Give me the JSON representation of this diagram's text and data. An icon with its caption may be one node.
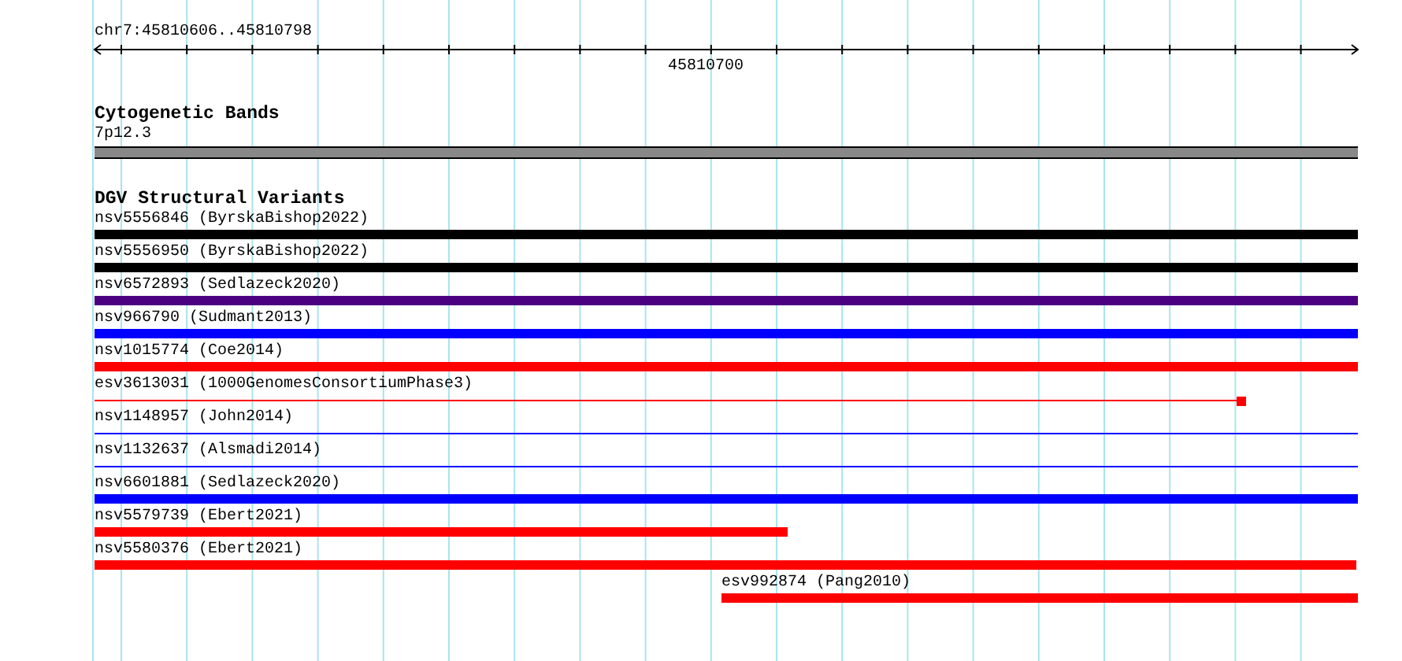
{
  "diagram": {
    "nodes": [
      {
        "text": [],
        "shape": "bar",
        "beside": [
          "7p12.3"
        ]
      },
      {
        "text": [],
        "shape": "bar",
        "beside": [
          "nsv5556846 (ByrskaBishop2022)"
        ]
      },
      {
        "text": [],
        "shape": "bar",
        "beside": [
          "nsv5556950 (ByrskaBishop2022)"
        ]
      },
      {
        "text": [],
        "shape": "bar",
        "beside": [
          "nsv6572893 (Sedlazeck2020)"
        ]
      },
      {
        "text": [],
        "shape": "bar",
        "beside": [
          "nsv966790 (Sudmant2013)"
        ]
      },
      {
        "text": [],
        "shape": "bar",
        "beside": [
          "nsv1015774 (Coe2014)"
        ]
      },
      {
        "text": [],
        "shape": "line",
        "beside": [
          "esv3613031 (1000GenomesConsortiumPhase3)"
        ]
      },
      {
        "text": [],
        "shape": "line",
        "beside": [
          "nsv1148957 (John2014)"
        ]
      },
      {
        "text": [],
        "shape": "line",
        "beside": [
          "nsv1132637 (Alsmadi2014)"
        ]
      },
      {
        "text": [],
        "shape": "bar",
        "beside": [
          "nsv6601881 (Sedlazeck2020)"
        ]
      },
      {
        "text": [],
        "shape": "bar",
        "beside": [
          "nsv5579739 (Ebert2021)"
        ]
      },
      {
        "text": [],
        "shape": "bar",
        "beside": [
          "nsv5580376 (Ebert2021)"
        ]
      },
      {
        "text": [],
        "shape": "bar",
        "beside": [
          "esv992874 (Pang2010)"
        ]
      }
    ],
    "labels": [
      "chr7:45810606..45810798",
      "45810700",
      "Cytogenetic Bands",
      "DGV Structural Variants"
    ]
  }
}
